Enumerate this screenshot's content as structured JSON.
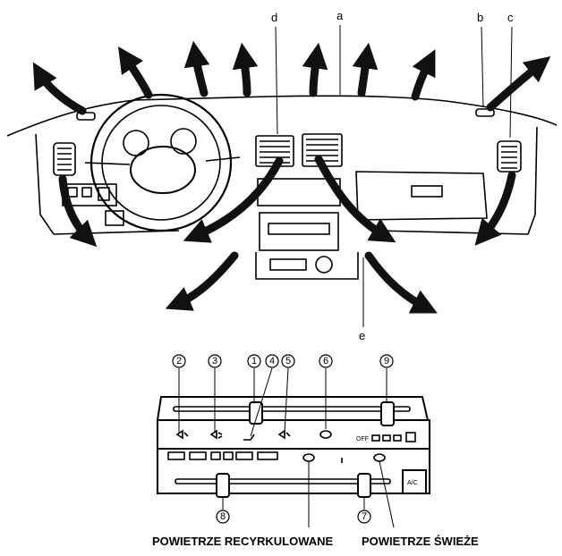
{
  "dashboard_labels": {
    "a": "a",
    "b": "b",
    "c": "c",
    "d": "d",
    "e": "e"
  },
  "panel_callouts": [
    "1",
    "2",
    "3",
    "4",
    "5",
    "6",
    "7",
    "8",
    "9"
  ],
  "panel_text": {
    "off": "OFF",
    "ac": "A/C"
  },
  "captions": {
    "recirculated": "POWIETRZE RECYRKULOWANE",
    "fresh": "POWIETRZE ŚWIEŻE"
  },
  "colors": {
    "ink": "#000000",
    "paper": "#ffffff",
    "arrow": "#111111"
  }
}
